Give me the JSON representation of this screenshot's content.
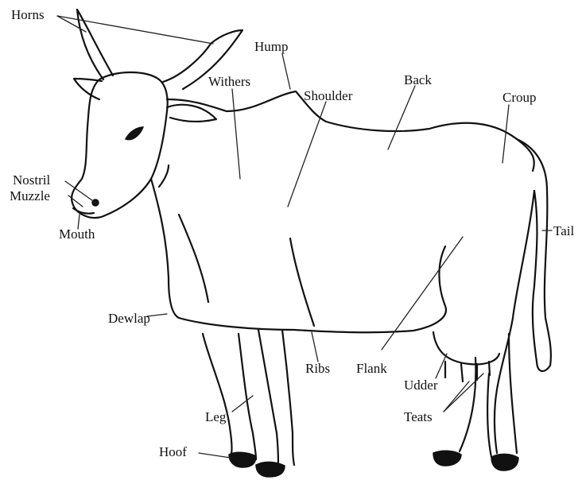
{
  "diagram": {
    "labels": {
      "horns": "Horns",
      "hump": "Hump",
      "withers": "Withers",
      "shoulder": "Shoulder",
      "back": "Back",
      "croup": "Croup",
      "nostril": "Nostril",
      "muzzle": "Muzzle",
      "mouth": "Mouth",
      "tail": "Tail",
      "dewlap": "Dewlap",
      "ribs": "Ribs",
      "flank": "Flank",
      "udder": "Udder",
      "leg": "Leg",
      "teats": "Teats",
      "hoof": "Hoof"
    }
  }
}
